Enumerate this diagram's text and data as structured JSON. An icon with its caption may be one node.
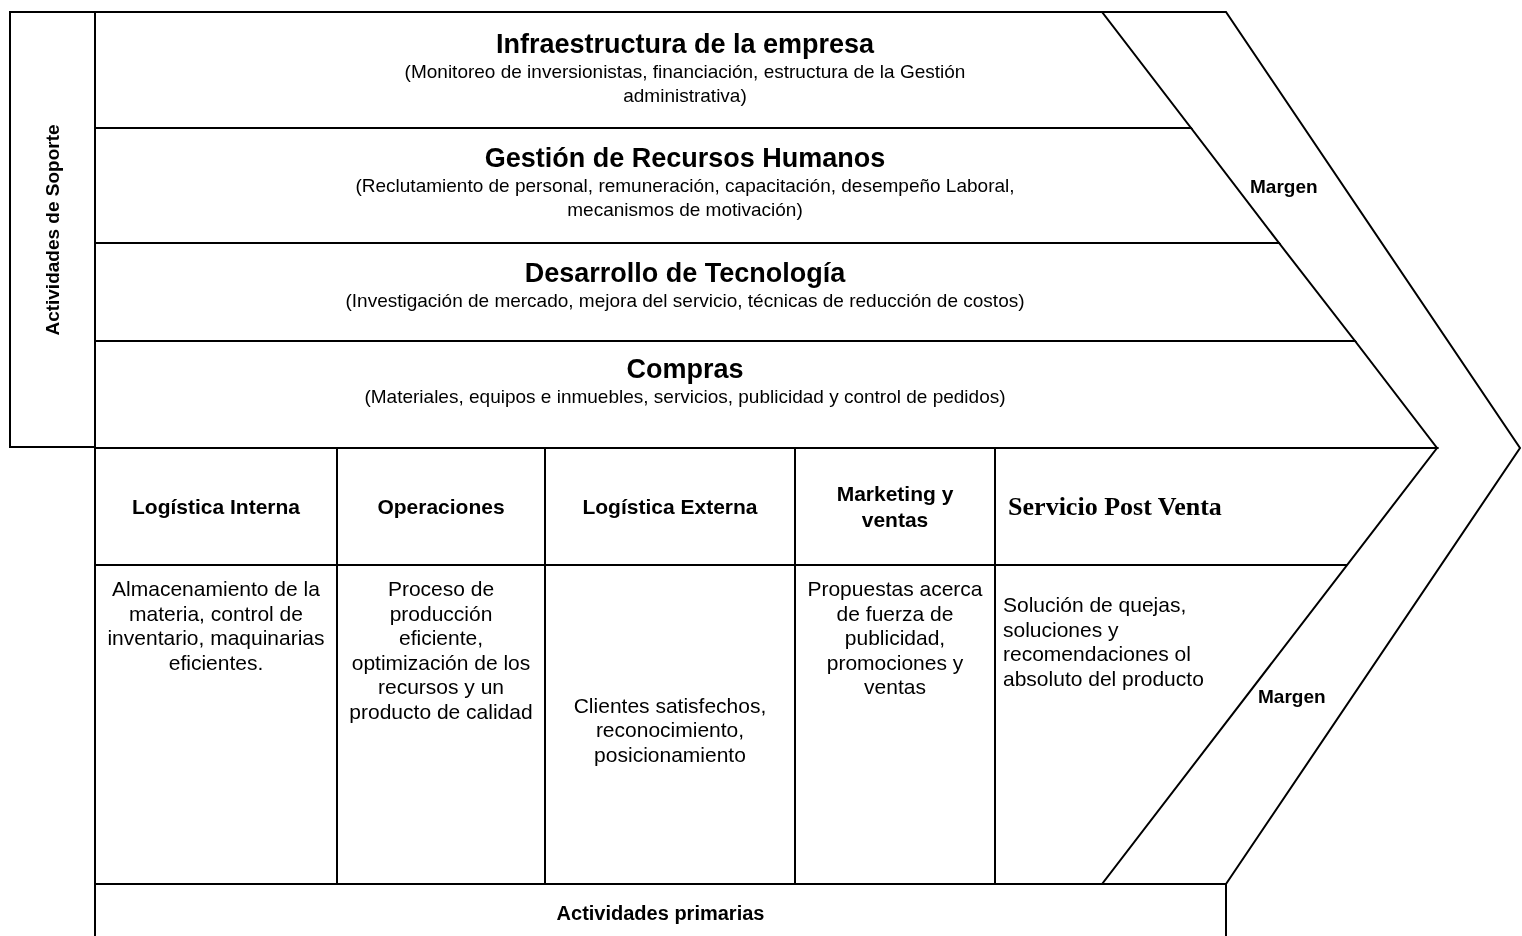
{
  "diagram": {
    "nodes": [
      {
        "text": [
          "Actividades de Soporte"
        ]
      },
      {
        "text": [
          "Infraestructura de la empresa",
          "(Monitoreo de inversionistas, financiación, estructura de la Gestión administrativa)"
        ]
      },
      {
        "text": [
          "Gestión de Recursos Humanos",
          "(Reclutamiento de personal, remuneración, capacitación, desempeño Laboral, mecanismos de motivación)"
        ]
      },
      {
        "text": [
          "Desarrollo de Tecnología",
          "(Investigación de mercado, mejora del servicio, técnicas de reducción de costos)"
        ]
      },
      {
        "text": [
          "Compras",
          "(Materiales, equipos e inmuebles, servicios, publicidad y control de pedidos)"
        ]
      },
      {
        "text": [
          "Logística Interna",
          "Almacenamiento de la materia, control de inventario, maquinarias eficientes."
        ]
      },
      {
        "text": [
          "Operaciones",
          "Proceso de producción eficiente, optimización de los recursos y un producto de calidad"
        ]
      },
      {
        "text": [
          "Logística Externa",
          "Clientes satisfechos, reconocimiento, posicionamiento"
        ]
      },
      {
        "text": [
          "Marketing y ventas",
          "Propuestas acerca de fuerza de publicidad, promociones y ventas"
        ]
      },
      {
        "text": [
          "Servicio Post Venta",
          "Solución de quejas, soluciones y recomendaciones ol absoluto del producto"
        ]
      },
      {
        "text": [
          "Actividades primarias"
        ]
      }
    ],
    "labels": [
      "Margen",
      "Margen"
    ]
  }
}
